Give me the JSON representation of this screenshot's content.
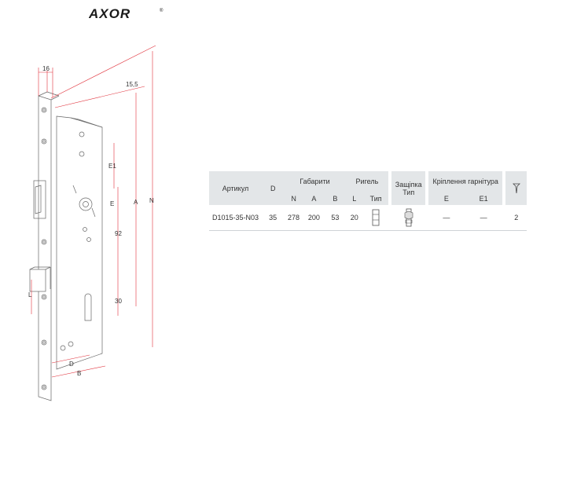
{
  "brand": {
    "logo_text": "AXOR",
    "registered_mark": "®"
  },
  "drawing": {
    "labels": {
      "front_width": "16",
      "depth": "15,5",
      "e1": "E1",
      "e": "E",
      "h92": "92",
      "h30": "30",
      "a": "A",
      "n": "N",
      "l": "L",
      "d": "D",
      "b": "B"
    }
  },
  "table": {
    "headers": {
      "article": "Артикул",
      "d": "D",
      "dimensions": "Габарити",
      "n": "N",
      "a": "A",
      "b": "B",
      "bolt": "Ригель",
      "l": "L",
      "bolt_type": "Тип",
      "latch_line1": "Защіпка",
      "latch_line2": "Тип",
      "fittings": "Кріплення гарнітура",
      "e": "E",
      "e1": "E1"
    },
    "rows": [
      {
        "article": "D1015-35-N03",
        "d": "35",
        "n": "278",
        "a": "200",
        "b": "53",
        "l": "20",
        "e": "—",
        "e1": "—",
        "screws": "2"
      }
    ]
  },
  "colors": {
    "header_bg": "#e3e6e8",
    "line": "#e0303a",
    "text": "#333333"
  }
}
